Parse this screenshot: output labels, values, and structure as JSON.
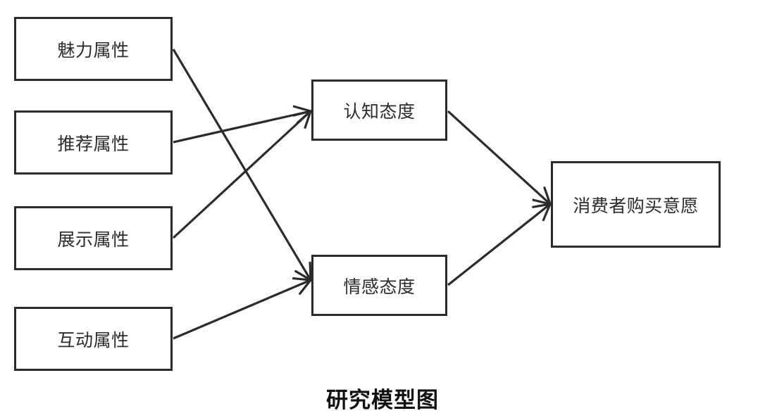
{
  "diagram": {
    "nodes": {
      "charm": "魅力属性",
      "recommend": "推荐属性",
      "display": "展示属性",
      "interaction": "互动属性",
      "cognitive": "认知态度",
      "affective": "情感态度",
      "intention": "消费者购买意愿"
    },
    "edges": [
      {
        "from": "charm",
        "to": "affective"
      },
      {
        "from": "recommend",
        "to": "cognitive"
      },
      {
        "from": "display",
        "to": "cognitive"
      },
      {
        "from": "interaction",
        "to": "affective"
      },
      {
        "from": "cognitive",
        "to": "intention"
      },
      {
        "from": "affective",
        "to": "intention"
      }
    ],
    "line_color": "#2b2b2b"
  },
  "caption": "研究模型图"
}
